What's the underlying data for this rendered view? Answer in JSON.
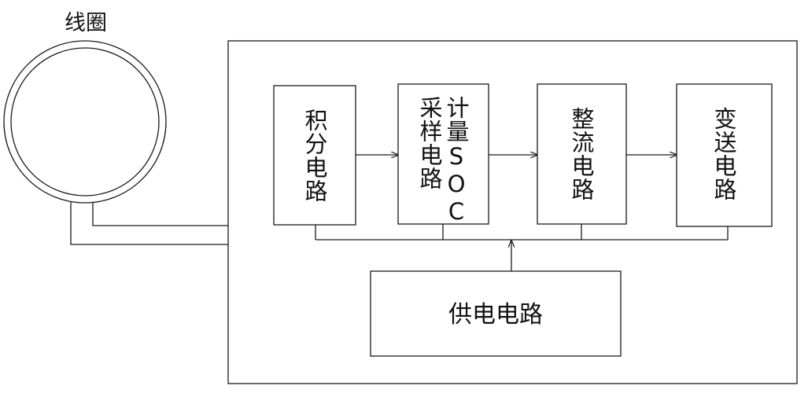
{
  "coil": {
    "label": "线圈"
  },
  "blocks": {
    "integrator": "积分电路",
    "sampling_line1": "计量SOC",
    "sampling_line2": "采样电路",
    "rectifier": "整流电路",
    "transmitter": "变送电路",
    "power_supply": "供电电路"
  }
}
